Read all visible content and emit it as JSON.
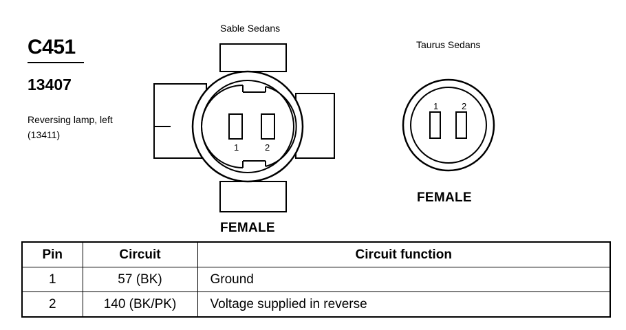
{
  "connector": {
    "id": "C451",
    "part_number": "13407",
    "description_line1": "Reversing lamp, left",
    "description_line2": "(13411)"
  },
  "views": [
    {
      "title": "Sable Sedans",
      "gender": "FEMALE",
      "pin_labels": [
        "1",
        "2"
      ]
    },
    {
      "title": "Taurus Sedans",
      "gender": "FEMALE",
      "pin_labels": [
        "1",
        "2"
      ]
    }
  ],
  "table": {
    "headers": [
      "Pin",
      "Circuit",
      "Circuit function"
    ],
    "rows": [
      [
        "1",
        "57 (BK)",
        "Ground"
      ],
      [
        "2",
        "140 (BK/PK)",
        "Voltage supplied in reverse"
      ]
    ]
  }
}
